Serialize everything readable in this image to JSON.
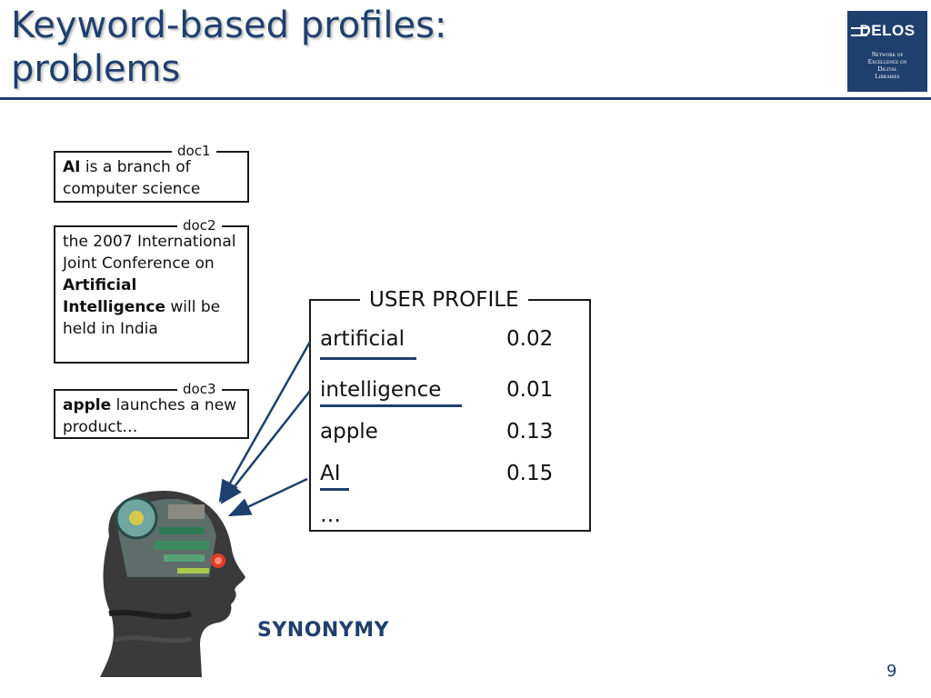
{
  "slide": {
    "title_line1": "Keyword-based profiles:",
    "title_line2": "problems",
    "page_number": "9"
  },
  "logo": {
    "word": "DELOS",
    "sub_line1": "Network of",
    "sub_line2": "Excellence on",
    "sub_line3": "Digital",
    "sub_line4": "Libraries",
    "color": "#1f3f6e"
  },
  "docs": [
    {
      "label": "doc1",
      "bold1": "AI",
      "text1": " is a branch of computer science"
    },
    {
      "label": "doc2",
      "text0": "the 2007 International Joint Conference on ",
      "bold1": "Artificial Intelligence",
      "text1": " will be held in India"
    },
    {
      "label": "doc3",
      "bold1": "apple",
      "text1": " launches a new product…"
    }
  ],
  "profile": {
    "title": "USER PROFILE",
    "rows": [
      {
        "term": "artificial",
        "weight": "0.02"
      },
      {
        "term": "intelligence",
        "weight": "0.01"
      },
      {
        "term": "apple",
        "weight": "0.13"
      },
      {
        "term": "AI",
        "weight": "0.15"
      }
    ],
    "ellipsis": "…"
  },
  "annotation": "SYNONYMY",
  "colors": {
    "accent": "#1f3f6e",
    "border": "#1a1a1a"
  }
}
